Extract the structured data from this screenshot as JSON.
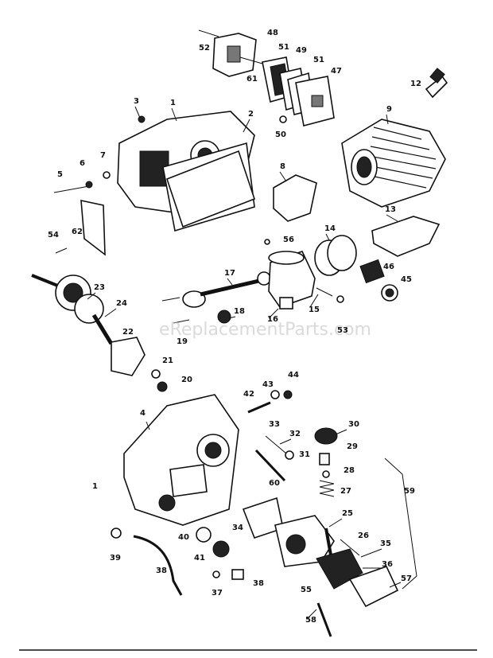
{
  "watermark": "eReplacementParts.com",
  "callouts": [
    {
      "id": "c52",
      "text": "52"
    },
    {
      "id": "c48",
      "text": "48"
    },
    {
      "id": "c51a",
      "text": "51"
    },
    {
      "id": "c49",
      "text": "49"
    },
    {
      "id": "c51b",
      "text": "51"
    },
    {
      "id": "c47",
      "text": "47"
    },
    {
      "id": "c61",
      "text": "61"
    },
    {
      "id": "c50",
      "text": "50"
    },
    {
      "id": "c12",
      "text": "12"
    },
    {
      "id": "c3",
      "text": "3"
    },
    {
      "id": "c1a",
      "text": "1"
    },
    {
      "id": "c2",
      "text": "2"
    },
    {
      "id": "c9",
      "text": "9"
    },
    {
      "id": "c7",
      "text": "7"
    },
    {
      "id": "c6",
      "text": "6"
    },
    {
      "id": "c5",
      "text": "5"
    },
    {
      "id": "c8",
      "text": "8"
    },
    {
      "id": "c13",
      "text": "13"
    },
    {
      "id": "c62",
      "text": "62"
    },
    {
      "id": "c54",
      "text": "54"
    },
    {
      "id": "c56",
      "text": "56"
    },
    {
      "id": "c14",
      "text": "14"
    },
    {
      "id": "c17",
      "text": "17"
    },
    {
      "id": "c46",
      "text": "46"
    },
    {
      "id": "c23",
      "text": "23"
    },
    {
      "id": "c24",
      "text": "24"
    },
    {
      "id": "c45",
      "text": "45"
    },
    {
      "id": "c18",
      "text": "18"
    },
    {
      "id": "c16",
      "text": "16"
    },
    {
      "id": "c15",
      "text": "15"
    },
    {
      "id": "c53",
      "text": "53"
    },
    {
      "id": "c19",
      "text": "19"
    },
    {
      "id": "c22",
      "text": "22"
    },
    {
      "id": "c21",
      "text": "21"
    },
    {
      "id": "c20",
      "text": "20"
    },
    {
      "id": "c43",
      "text": "43"
    },
    {
      "id": "c44",
      "text": "44"
    },
    {
      "id": "c42",
      "text": "42"
    },
    {
      "id": "c4",
      "text": "4"
    },
    {
      "id": "c30",
      "text": "30"
    },
    {
      "id": "c33",
      "text": "33"
    },
    {
      "id": "c32",
      "text": "32"
    },
    {
      "id": "c29",
      "text": "29"
    },
    {
      "id": "c31",
      "text": "31"
    },
    {
      "id": "c28",
      "text": "28"
    },
    {
      "id": "c1b",
      "text": "1"
    },
    {
      "id": "c60",
      "text": "60"
    },
    {
      "id": "c27",
      "text": "27"
    },
    {
      "id": "c59",
      "text": "59"
    },
    {
      "id": "c25",
      "text": "25"
    },
    {
      "id": "c34",
      "text": "34"
    },
    {
      "id": "c40",
      "text": "40"
    },
    {
      "id": "c26",
      "text": "26"
    },
    {
      "id": "c41",
      "text": "41"
    },
    {
      "id": "c35",
      "text": "35"
    },
    {
      "id": "c39",
      "text": "39"
    },
    {
      "id": "c38",
      "text": "38"
    },
    {
      "id": "c36",
      "text": "36"
    },
    {
      "id": "c55",
      "text": "55"
    },
    {
      "id": "c57",
      "text": "57"
    },
    {
      "id": "c37",
      "text": "37"
    },
    {
      "id": "c38b",
      "text": "38"
    },
    {
      "id": "c58",
      "text": "58"
    }
  ]
}
